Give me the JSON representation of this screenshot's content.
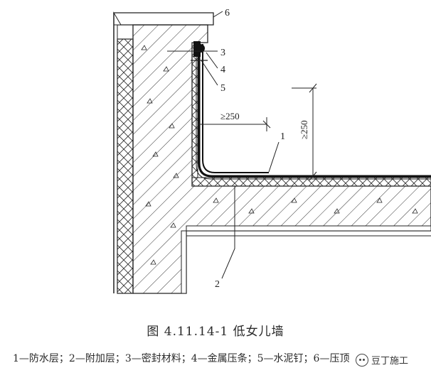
{
  "figure": {
    "title": "图 4.11.14-1   低女儿墙",
    "legend": "1—防水层；2—附加层；3—密封材料；4—金属压条；5—水泥钉；6—压顶",
    "watermark": "豆丁施工"
  },
  "callouts": {
    "c1": "1",
    "c2": "2",
    "c3": "3",
    "c4": "4",
    "c5": "5",
    "c6": "6"
  },
  "dimensions": {
    "horizontal": "≥250",
    "vertical": "≥250"
  },
  "icons": {
    "watermark_icon": "wechat-icon"
  },
  "colors": {
    "line": "#222222",
    "background": "#ffffff"
  }
}
